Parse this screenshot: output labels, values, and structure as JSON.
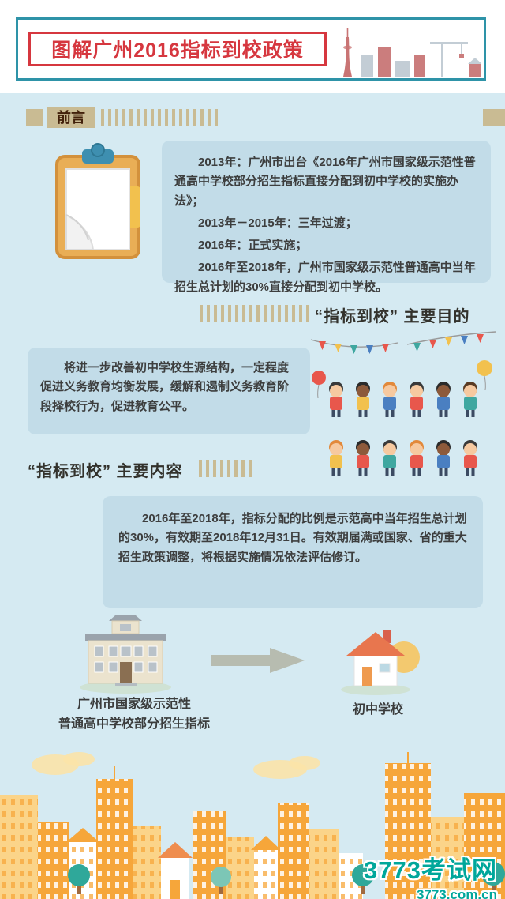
{
  "header": {
    "title": "图解广州2016指标到校政策"
  },
  "foreword": {
    "label": "前言",
    "paragraphs": [
      "2013年：广州市出台《2016年广州市国家级示范性普通高中学校部分招生指标直接分配到初中学校的实施办法》；",
      "2013年－2015年：三年过渡；",
      "2016年：正式实施；",
      "2016年至2018年，广州市国家级示范性普通高中当年招生总计划的30%直接分配到初中学校。"
    ]
  },
  "purpose": {
    "label": "“指标到校” 主要目的",
    "body": "将进一步改善初中学校生源结构，一定程度促进义务教育均衡发展，缓解和遏制义务教育阶段择校行为，促进教育公平。"
  },
  "content": {
    "label": "“指标到校” 主要内容",
    "body": "2016年至2018年，指标分配的比例是示范高中当年招生总计划的30%，有效期至2018年12月31日。有效期届满或国家、省的重大招生政策调整，将根据实施情况依法评估修订。"
  },
  "diagram": {
    "source_line1": "广州市国家级示范性",
    "source_line2": "普通高中学校部分招生指标",
    "target": "初中学校"
  },
  "watermark": {
    "site_name": "3773考试网",
    "site_url": "3773.com.cn"
  },
  "colors": {
    "accent_red": "#d6373f",
    "teal_border": "#2e93a8",
    "ribbon_tan": "#c9bb93",
    "panel_blue": "#c2dce8",
    "background_blue": "#d5eaf2",
    "skyline_orange": "#f6a63a",
    "watermark_teal": "#00a79b"
  },
  "icons": {
    "canton-tower-skyline-icon": "muted red and gray city skyline with Canton Tower",
    "clipboard-icon": "orange clipboard with blue clip and white paper",
    "children-illustration": "two rows of children holding hands with bunting flags and balloons",
    "school-building-icon": "beige demonstration high school building",
    "house-icon": "white middle-school house with orange roof",
    "arrow-right-icon": "thick gray right arrow",
    "city-skyline-icon": "orange and yellow city buildings with teal trees"
  }
}
